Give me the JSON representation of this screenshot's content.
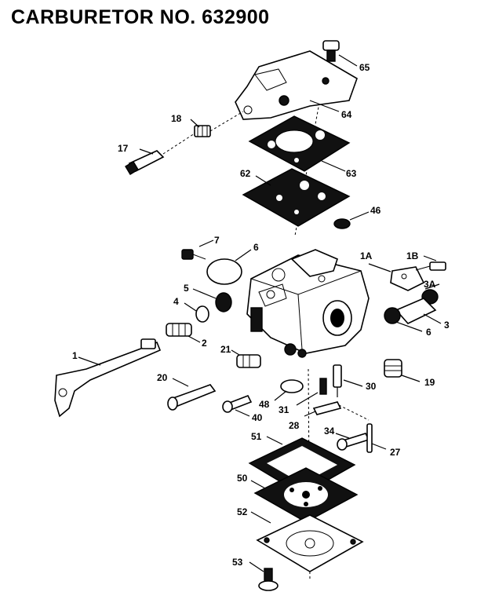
{
  "title": "CARBURETOR NO. 632900",
  "part_labels": {
    "p65": "65",
    "p64": "64",
    "p18": "18",
    "p17": "17",
    "p63": "63",
    "p62": "62",
    "p46": "46",
    "p7": "7",
    "p6a": "6",
    "p1a": "1A",
    "p1b": "1B",
    "p5": "5",
    "p3a": "3A",
    "p4": "4",
    "p3": "3",
    "p6b": "6",
    "p2": "2",
    "p1": "1",
    "p21": "21",
    "p19": "19",
    "p20": "20",
    "p30": "30",
    "p48": "48",
    "p31": "31",
    "p40": "40",
    "p28": "28",
    "p34": "34",
    "p51": "51",
    "p27": "27",
    "p50": "50",
    "p52": "52",
    "p53": "53"
  }
}
